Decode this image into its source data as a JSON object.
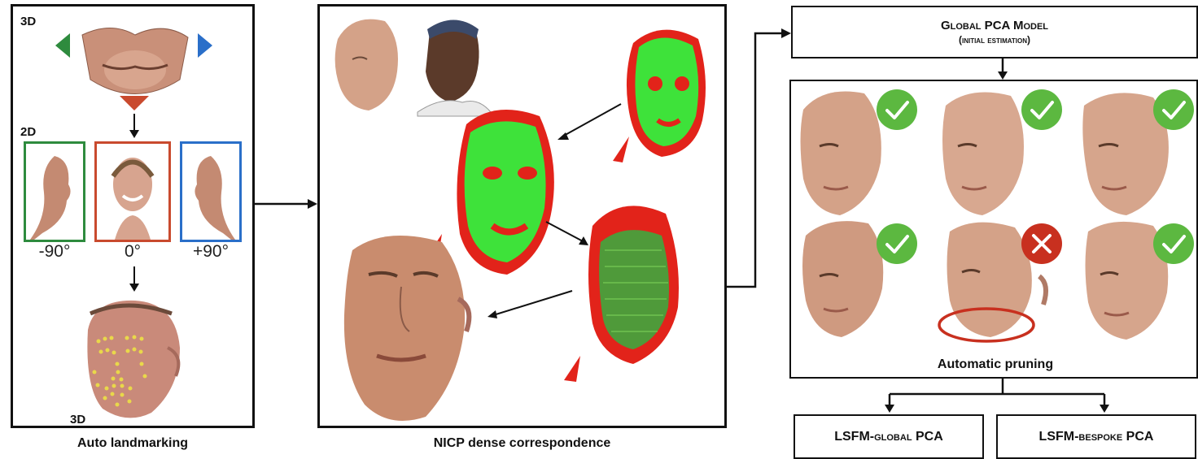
{
  "panel1": {
    "label_3d_top": "3D",
    "label_2d": "2D",
    "label_3d_bottom": "3D",
    "angles": [
      "-90°",
      "0°",
      "+90°"
    ],
    "caption": "Auto landmarking"
  },
  "panel2": {
    "caption": "NICP dense correspondence"
  },
  "panel3": {
    "global_pca_title": "Global PCA Model",
    "global_pca_sub": "(initial estimation)",
    "pruning_caption": "Automatic pruning",
    "faces": [
      {
        "status": "accepted"
      },
      {
        "status": "accepted"
      },
      {
        "status": "accepted"
      },
      {
        "status": "accepted"
      },
      {
        "status": "rejected"
      },
      {
        "status": "accepted"
      }
    ],
    "output_global": "LSFM-global PCA",
    "output_bespoke": "LSFM-bespoke PCA"
  },
  "colors": {
    "check_green": "#5cb840",
    "reject_red": "#c8301f",
    "view_green": "#2e8b3e",
    "view_red": "#c94a2e",
    "view_blue": "#2a6fc9",
    "mesh_green": "#3ee23a",
    "mesh_red": "#e2231a",
    "skin": "#d4a288"
  }
}
